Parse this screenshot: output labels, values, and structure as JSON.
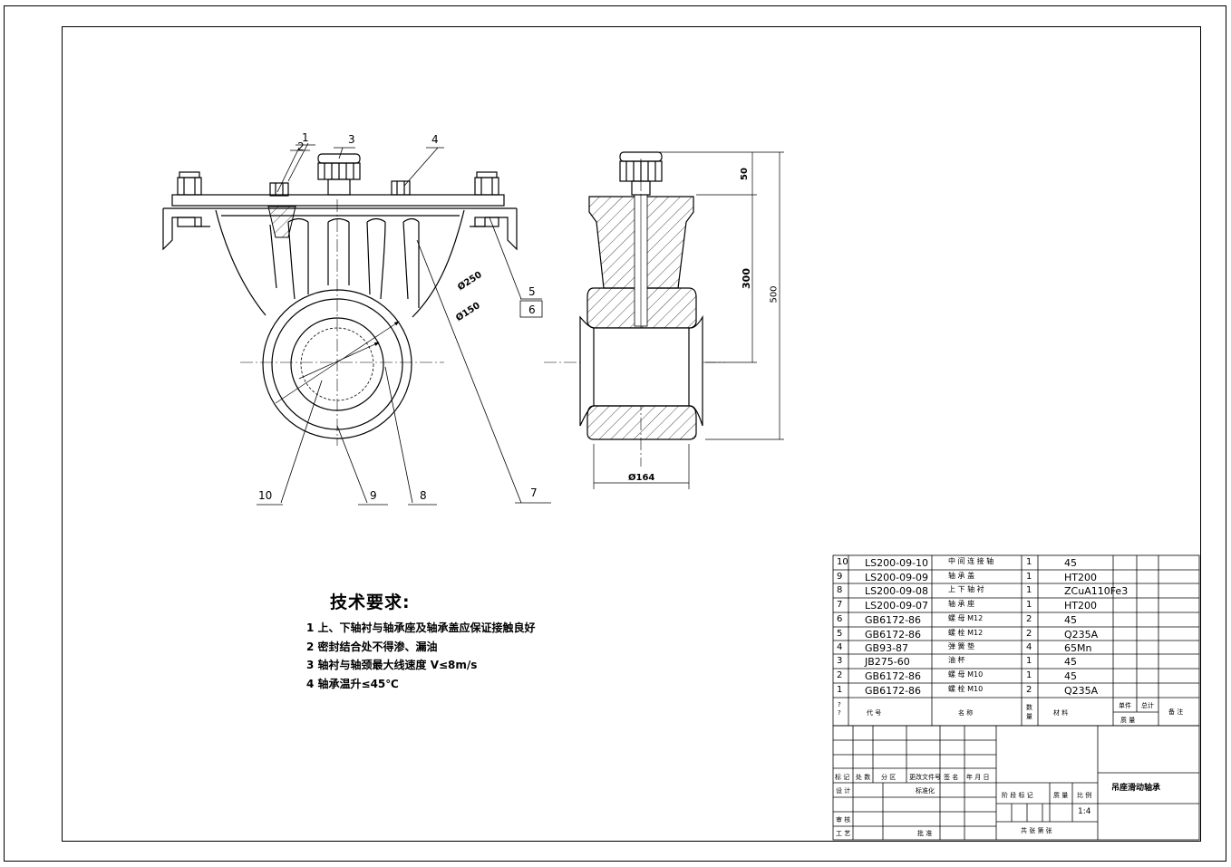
{
  "drawing": {
    "balloons": [
      "1",
      "2",
      "3",
      "4",
      "5",
      "6",
      "7",
      "8",
      "9",
      "10"
    ],
    "dimensions": {
      "d250": "Ø250",
      "d150": "Ø150",
      "d164": "Ø164",
      "h50": "50",
      "h300": "300",
      "h500": "500"
    }
  },
  "tech": {
    "title": "技术要求:",
    "items": [
      "1 上、下轴衬与轴承座及轴承盖应保证接触良好",
      "2   密封结合处不得渗、漏油",
      "3   轴衬与轴颈最大线速度 V≤8m/s",
      "4   轴承温升≤45℃"
    ]
  },
  "bom": {
    "rows": [
      {
        "no": "10",
        "code": "LS200-09-10",
        "name": "中 间 连 接 轴",
        "qty": "1",
        "material": "45"
      },
      {
        "no": "9",
        "code": "LS200-09-09",
        "name": "轴   承   盖",
        "qty": "1",
        "material": "HT200"
      },
      {
        "no": "8",
        "code": "LS200-09-08",
        "name": "上  下  轴  衬",
        "qty": "1",
        "material": "ZCuA110Fe3"
      },
      {
        "no": "7",
        "code": "LS200-09-07",
        "name": "轴   承   座",
        "qty": "1",
        "material": "HT200"
      },
      {
        "no": "6",
        "code": "GB6172-86",
        "name": "螺  母  M12",
        "qty": "2",
        "material": "45"
      },
      {
        "no": "5",
        "code": "GB6172-86",
        "name": "螺  栓  M12",
        "qty": "2",
        "material": "Q235A"
      },
      {
        "no": "4",
        "code": "GB93-87",
        "name": "弹   簧   垫",
        "qty": "4",
        "material": "65Mn"
      },
      {
        "no": "3",
        "code": "JB275-60",
        "name": "油         杯",
        "qty": "1",
        "material": "45"
      },
      {
        "no": "2",
        "code": "GB6172-86",
        "name": "螺  母  M10",
        "qty": "1",
        "material": "45"
      },
      {
        "no": "1",
        "code": "GB6172-86",
        "name": "螺  栓  M10",
        "qty": "2",
        "material": "Q235A"
      }
    ],
    "header": {
      "no": "?\n?",
      "code": "代      号",
      "name": "名      称",
      "qty": "数\n量",
      "material": "材      料",
      "unit_weight": "单件",
      "total_weight": "总计",
      "weight": "质      量",
      "remark": "备  注"
    }
  },
  "titleblock": {
    "mark": "标 记",
    "count": "处 数",
    "zone": "分  区",
    "change_doc": "更改文件号",
    "sign": "签 名",
    "date": "年 月 日",
    "design": "设 计",
    "standard": "标准化",
    "review": "审 核",
    "process": "工 艺",
    "approve": "批 准",
    "stage_mark": "阶 段 标 记",
    "mass": "质 量",
    "scale_label": "比 例",
    "scale": "1:4",
    "sheets": "共   张   第   张",
    "drawing_name": "吊座滑动轴承"
  }
}
